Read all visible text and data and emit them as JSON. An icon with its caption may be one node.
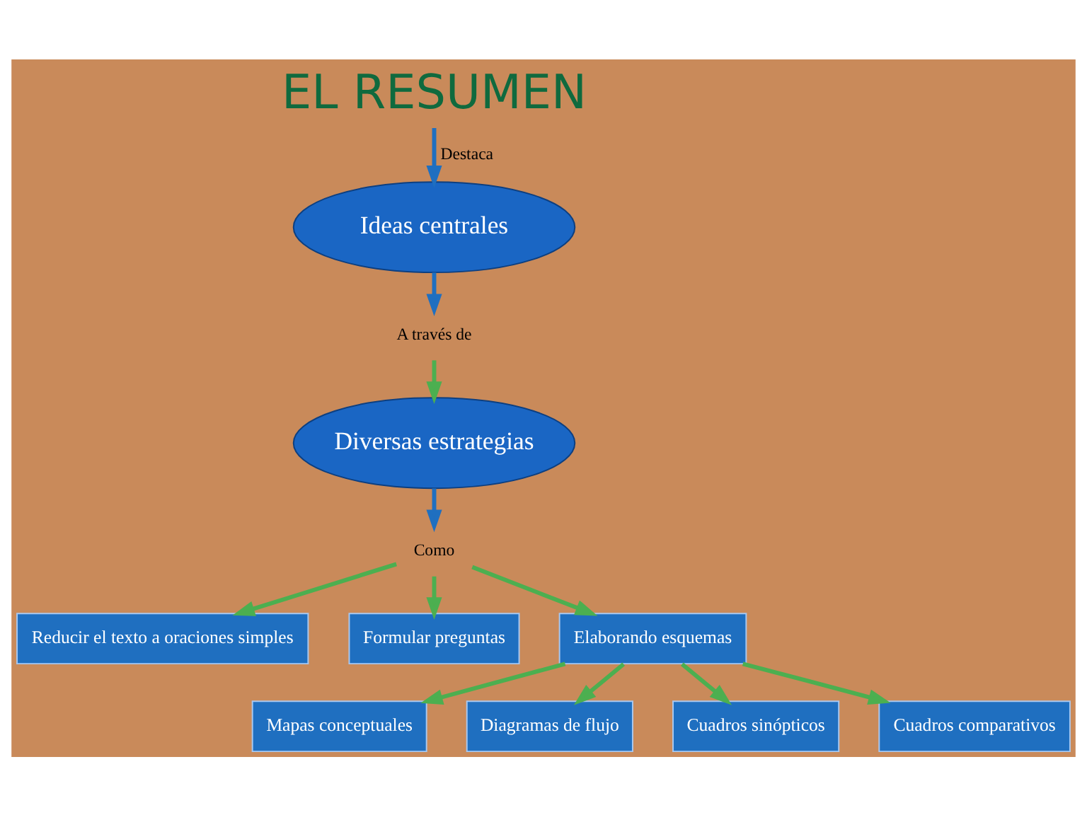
{
  "diagram": {
    "nodes": [
      {
        "text": [
          "EL RESUMEN"
        ]
      },
      {
        "text": [
          "Ideas centrales"
        ]
      },
      {
        "text": [
          "A través de"
        ]
      },
      {
        "text": [
          "Diversas estrategias"
        ]
      },
      {
        "text": [
          "Como"
        ]
      },
      {
        "text": [
          "Reducir el texto a oraciones simples"
        ]
      },
      {
        "text": [
          "Formular preguntas"
        ]
      },
      {
        "text": [
          "Elaborando esquemas"
        ]
      },
      {
        "text": [
          "Mapas conceptuales"
        ]
      },
      {
        "text": [
          "Diagramas de flujo"
        ]
      },
      {
        "text": [
          "Cuadros sinópticos"
        ]
      },
      {
        "text": [
          "Cuadros comparativos"
        ]
      }
    ],
    "edges": [
      {
        "from": 0,
        "to": 1,
        "arrow": "to",
        "label": "Destaca",
        "color": "#1f6fc0"
      },
      {
        "from": 1,
        "to": 2,
        "arrow": "to",
        "color": "#1f6fc0"
      },
      {
        "from": 2,
        "to": 3,
        "arrow": "to"
      },
      {
        "from": 3,
        "to": 4,
        "arrow": "to",
        "color": "#1f6fc0"
      },
      {
        "from": 4,
        "to": 5,
        "arrow": "to"
      },
      {
        "from": 4,
        "to": 6,
        "arrow": "to"
      },
      {
        "from": 4,
        "to": 7,
        "arrow": "to"
      },
      {
        "from": 7,
        "to": 8,
        "arrow": "to"
      },
      {
        "from": 7,
        "to": 9,
        "arrow": "to"
      },
      {
        "from": 7,
        "to": 10,
        "arrow": "to"
      },
      {
        "from": 7,
        "to": 11,
        "arrow": "to"
      }
    ]
  }
}
